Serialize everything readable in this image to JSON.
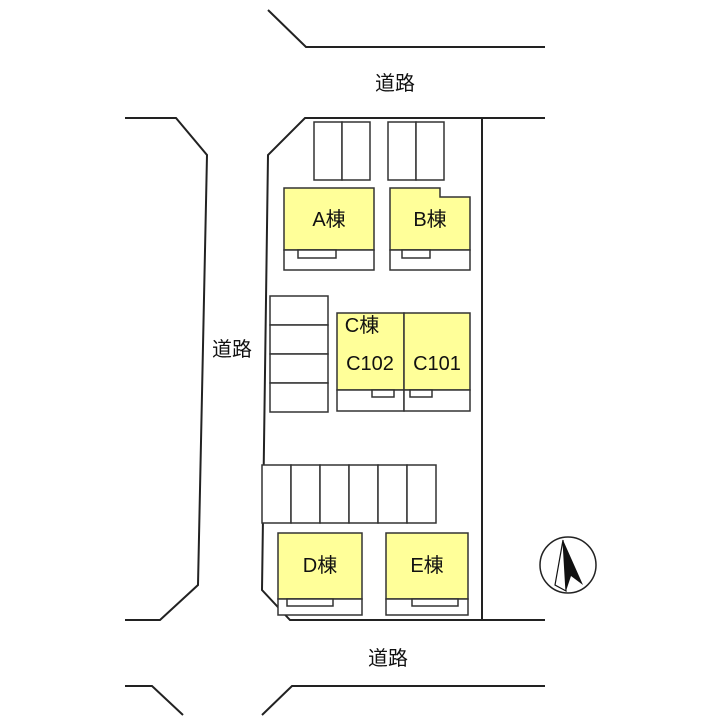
{
  "roads": {
    "top": "道路",
    "left": "道路",
    "bottom": "道路"
  },
  "buildings": {
    "a": "A棟",
    "b": "B棟",
    "c": "C棟",
    "c102": "C102",
    "c101": "C101",
    "d": "D棟",
    "e": "E棟"
  },
  "colors": {
    "building_fill": "#ffff99",
    "line": "#222222",
    "background": "#ffffff"
  },
  "icons": {
    "compass": "north-arrow-icon"
  }
}
